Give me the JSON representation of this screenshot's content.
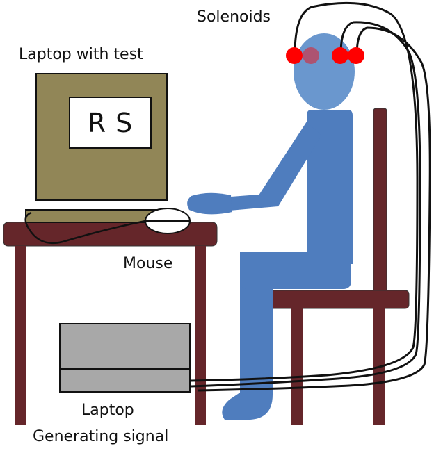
{
  "labels": {
    "solenoids": "Solenoids",
    "laptop_with_test": "Laptop with test",
    "screen_text": "R S",
    "mouse": "Mouse",
    "laptop": "Laptop",
    "generating_signal": "Generating signal"
  },
  "colors": {
    "furniture": "#65262A",
    "person": "#4F7DBE",
    "head": "#6A97CE",
    "laptop_body": "#918657",
    "screen": "#FFFFFF",
    "signal_laptop": "#A8A8A8",
    "solenoid": "#FF0000",
    "wire": "#000000",
    "outline": "#333333"
  }
}
